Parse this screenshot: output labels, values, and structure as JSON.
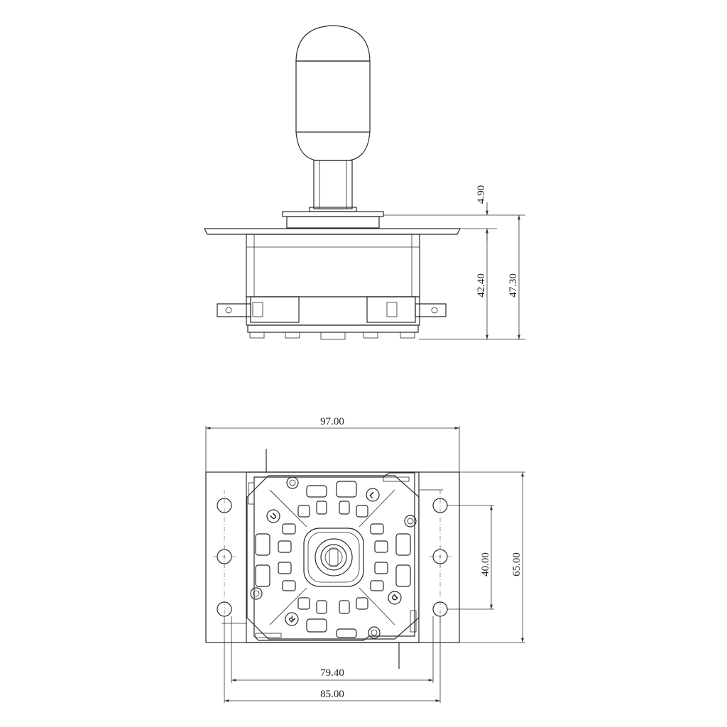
{
  "dimensions": {
    "top_gap": "4.90",
    "body_height": "42.40",
    "total_height": "47.30",
    "plate_width": "97.00",
    "mount_spacing_v": "40.00",
    "plate_height": "65.00",
    "hole_spacing_inner": "79.40",
    "hole_spacing_outer": "85.00"
  },
  "direction_letters": {
    "up": "U",
    "left": "L",
    "right": "R",
    "down": "D"
  },
  "colors": {
    "line": "#2a2a2a",
    "background": "#ffffff"
  }
}
